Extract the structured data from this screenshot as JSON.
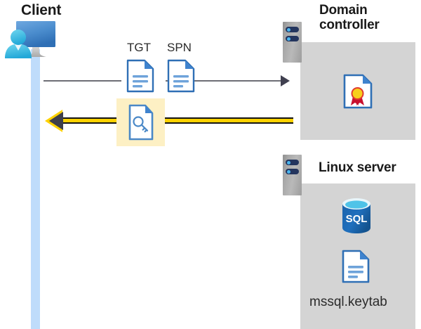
{
  "diagram": {
    "title_client": "Client",
    "title_domain_controller": "Domain\ncontroller",
    "title_domain_controller_line1": "Domain",
    "title_domain_controller_line2": "controller",
    "title_linux_server": "Linux server",
    "labels": {
      "tgt": "TGT",
      "spn": "SPN",
      "keytab": "mssql.keytab",
      "sql": "SQL"
    },
    "icons": {
      "client": "user-monitor-icon",
      "domain_controller_server": "server-rack-icon",
      "linux_server": "server-rack-icon",
      "tgt_document": "document-icon",
      "spn_document": "document-icon",
      "ticket_key_document": "document-with-key-icon",
      "certificate": "certificate-document-icon",
      "database": "sql-database-icon",
      "keytab_document": "document-icon"
    },
    "connectors": {
      "request_arrow": "client-to-domain-controller-request",
      "reply_arrow": "domain-controller-to-client-reply"
    },
    "colors": {
      "panel_gray": "#d4d4d4",
      "lifeline_blue": "#bfdcfb",
      "highlight_yellow": "#fdf0c4",
      "reply_arrow_gold": "#ffd200",
      "request_arrow_gray": "#404050",
      "doc_blue": "#3a7dc9",
      "database_blue": "#1b6cb5",
      "certificate_gold": "#f5c518",
      "certificate_red": "#c8102e"
    }
  }
}
